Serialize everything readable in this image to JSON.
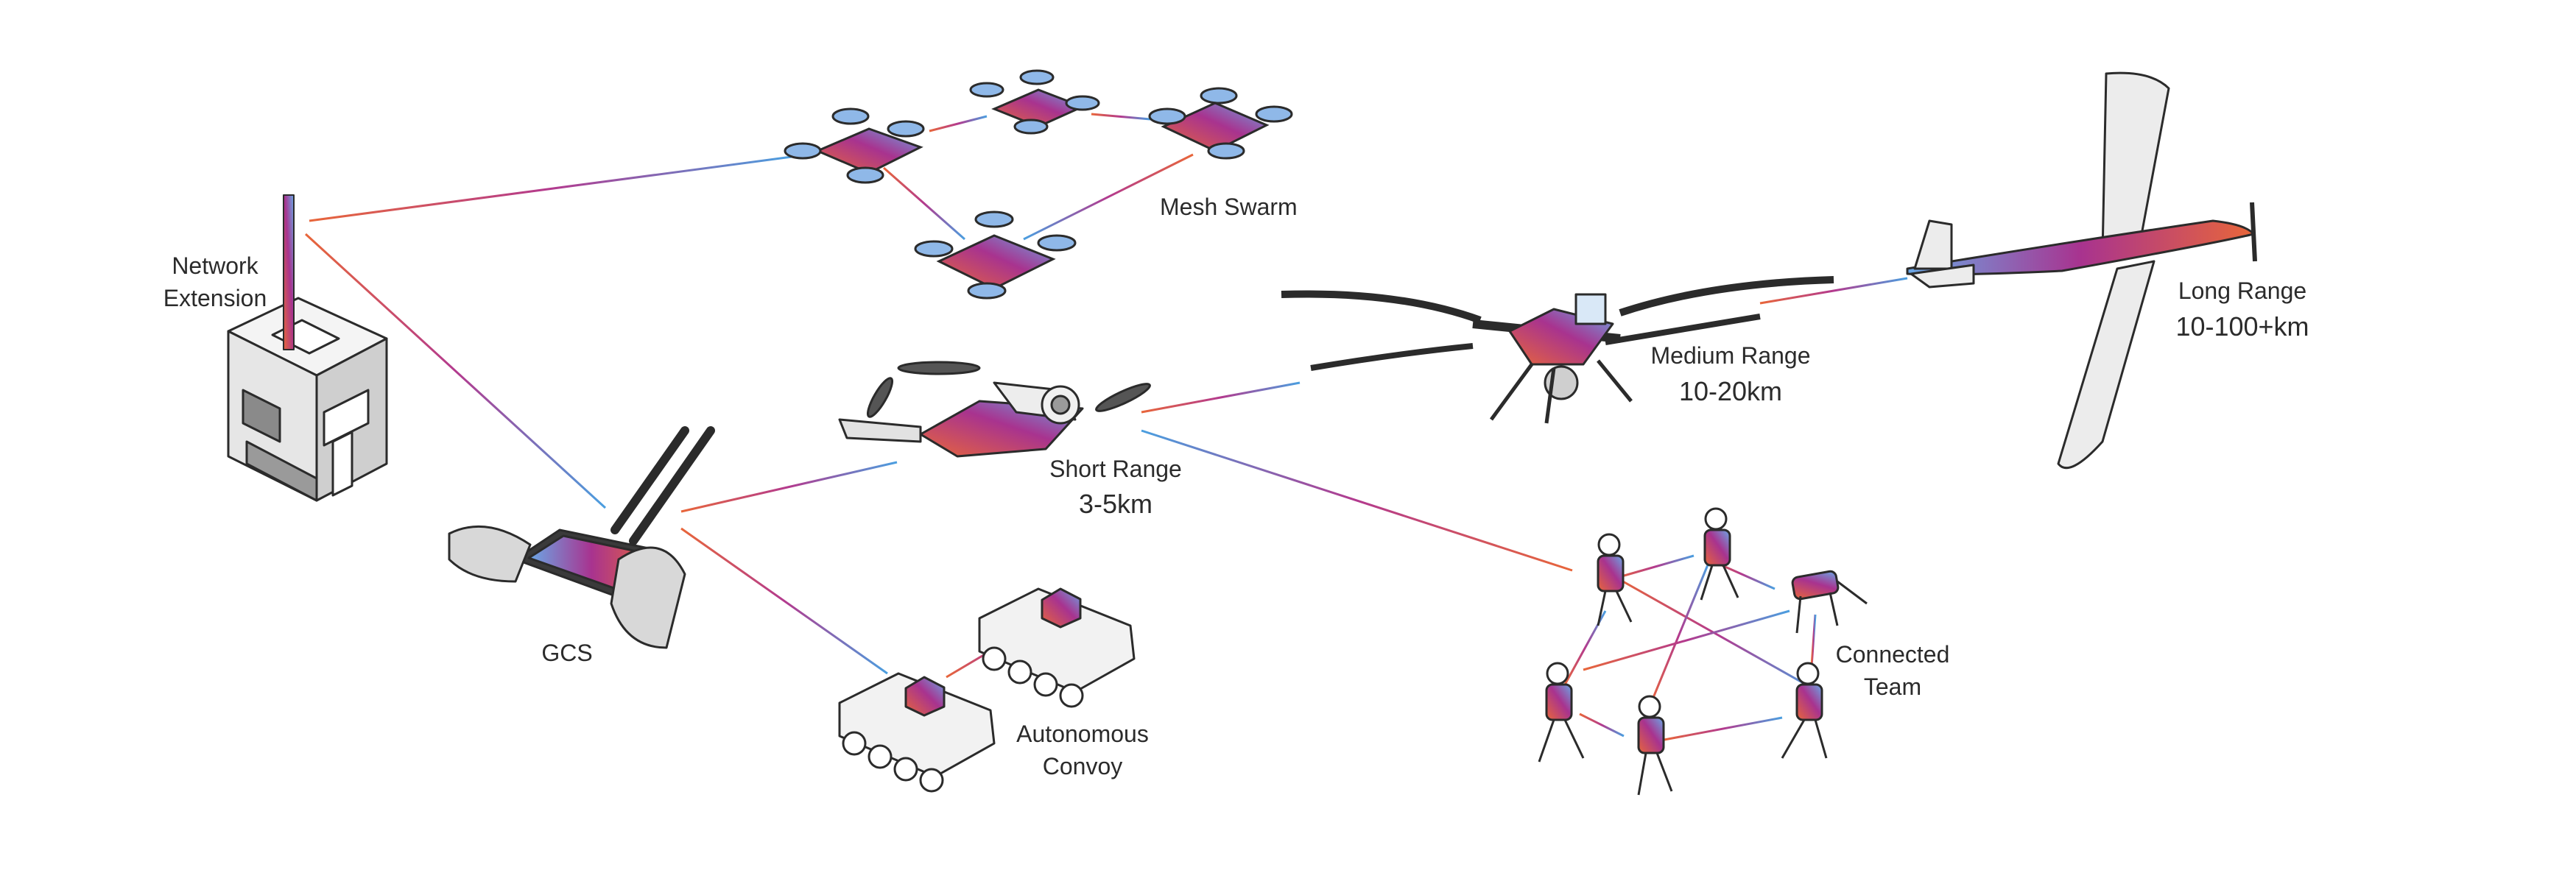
{
  "nodes": {
    "network_extension": {
      "line1": "Network",
      "line2": "Extension"
    },
    "mesh_swarm": {
      "label": "Mesh Swarm"
    },
    "gcs": {
      "label": "GCS"
    },
    "short_range": {
      "line1": "Short Range",
      "line2": "3-5km"
    },
    "medium_range": {
      "line1": "Medium Range",
      "line2": "10-20km"
    },
    "long_range": {
      "line1": "Long Range",
      "line2": "10-100+km"
    },
    "autonomous_convoy": {
      "line1": "Autonomous",
      "line2": "Convoy"
    },
    "connected_team": {
      "line1": "Connected",
      "line2": "Team"
    }
  },
  "colors": {
    "gradient_start": "#e8663a",
    "gradient_mid": "#b33a8e",
    "gradient_end": "#4a9fe0",
    "outline": "#2b2b2b",
    "body_light": "#e9e9e9"
  }
}
